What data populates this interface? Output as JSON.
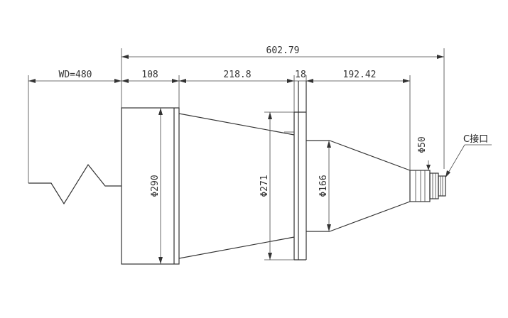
{
  "dimensions": {
    "overall_length": "602.79",
    "working_distance": "WD=480",
    "segment_front": "108",
    "segment_cone": "218.8",
    "segment_flange": "18",
    "segment_rear": "192.42"
  },
  "diameters": {
    "front": "Φ290",
    "flange": "Φ271",
    "rear_cone": "Φ166",
    "tail": "Φ50"
  },
  "callouts": {
    "mount": "C接口"
  }
}
